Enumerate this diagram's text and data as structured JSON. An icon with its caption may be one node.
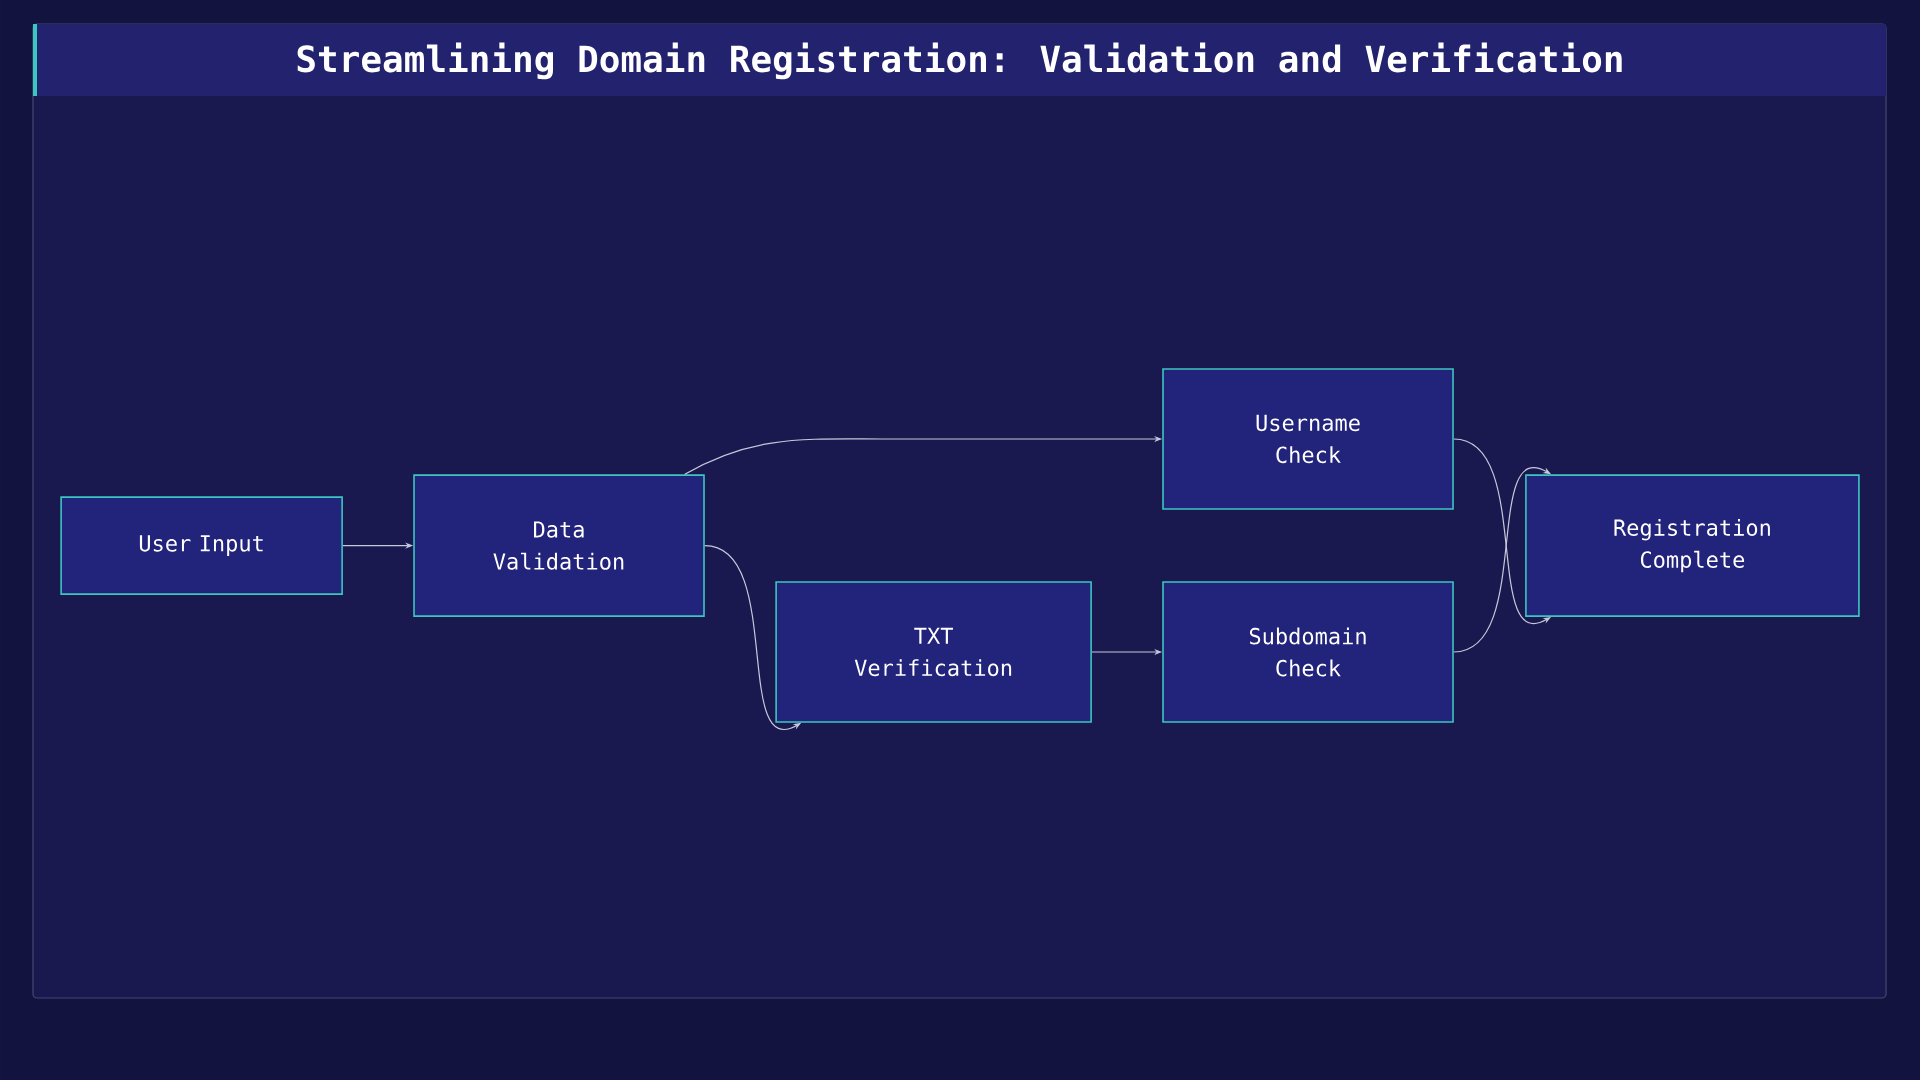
{
  "diagram": {
    "title": "Streamlining Domain Registration: Validation and Verification",
    "nodes": [
      {
        "text": [
          "User Input"
        ]
      },
      {
        "text": [
          "Data Validation"
        ]
      },
      {
        "text": [
          "Username Check"
        ]
      },
      {
        "text": [
          "TXT Verification"
        ]
      },
      {
        "text": [
          "Subdomain Check"
        ]
      },
      {
        "text": [
          "Registration Complete"
        ]
      }
    ],
    "edges": [
      {
        "from": 0,
        "to": 1,
        "arrow": "to"
      },
      {
        "from": 1,
        "to": 2,
        "arrow": "to"
      },
      {
        "from": 1,
        "to": 3,
        "arrow": "to"
      },
      {
        "from": 3,
        "to": 4,
        "arrow": "to"
      },
      {
        "from": 2,
        "to": 5,
        "arrow": "to"
      },
      {
        "from": 4,
        "to": 5,
        "arrow": "to"
      }
    ]
  }
}
